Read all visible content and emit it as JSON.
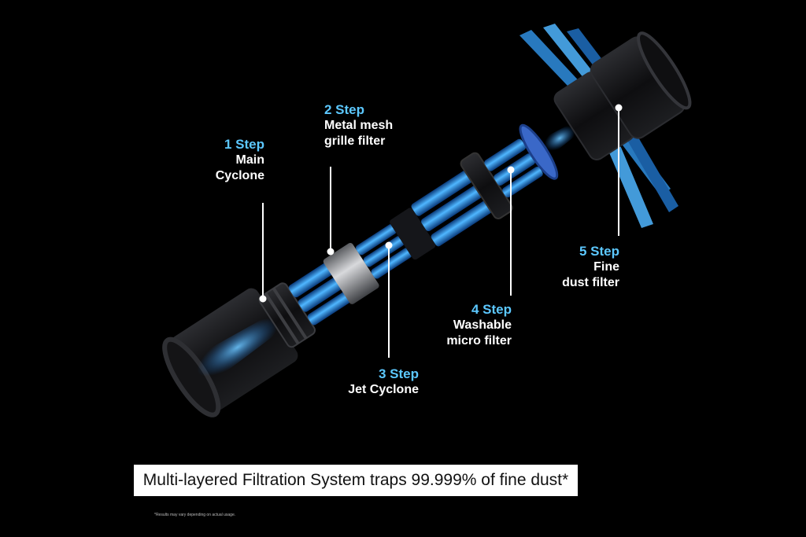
{
  "colors": {
    "background": "#000000",
    "accent": "#5cc8ff",
    "airflow": "#2f8fe0",
    "body_dark": "#0c0c0e",
    "ring": "#2a2a2d",
    "silver": "#9a9ca0",
    "banner_bg": "#ffffff",
    "banner_text": "#111111"
  },
  "callouts": [
    {
      "step": "1 Step",
      "lines": [
        "Main",
        "Cyclone"
      ]
    },
    {
      "step": "2 Step",
      "lines": [
        "Metal mesh",
        "grille filter"
      ]
    },
    {
      "step": "3 Step",
      "lines": [
        "Jet Cyclone"
      ]
    },
    {
      "step": "4 Step",
      "lines": [
        "Washable",
        "micro filter"
      ]
    },
    {
      "step": "5 Step",
      "lines": [
        "Fine",
        "dust filter"
      ]
    }
  ],
  "banner": {
    "text": "Multi-layered Filtration System traps 99.999% of fine dust*"
  },
  "footnote": {
    "text": "*Results may vary depending on actual usage."
  }
}
